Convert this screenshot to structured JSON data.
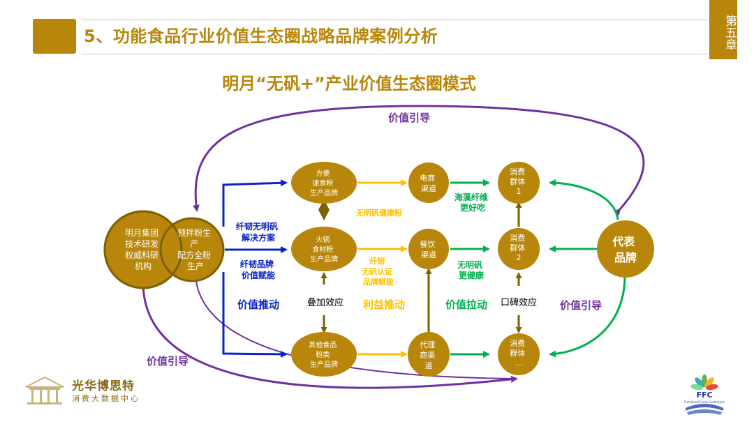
{
  "header": {
    "title": "5、功能食品行业价值生态圈战略品牌案例分析",
    "chapter_tab": "第五章"
  },
  "diagram": {
    "title": "明月“无矾+”产业价值生态圈模式",
    "colors": {
      "node_gold": "#b8860b",
      "node_border": "#8b6914",
      "purple": "#7030a0",
      "blue": "#0a22c8",
      "yellow": "#ffc000",
      "green": "#00b050",
      "olive": "#7f6000"
    },
    "nodes": {
      "research": "明月集团技术研发权威科研机构",
      "premix": "预拌粉生产配方全粉生产",
      "instant_brand": "方便速食粉生产品牌",
      "hotpot_brand": "火锅食材粉生产品牌",
      "other_brand": "其他食品粉类生产品牌",
      "ecommerce": "电商渠道",
      "catering": "餐饮渠道",
      "agent": "代理商渠道",
      "consumer1": "消费群体1",
      "consumer2": "消费群体2",
      "consumer_n": "消费群体…",
      "rep_brand": "代表品牌"
    },
    "labels": {
      "guide_top": "价值引导",
      "guide_right": "价值引导",
      "guide_bottom": "价值引导",
      "solution": "纤韧无明矾解决方案",
      "brand_empower": "纤韧品牌价值赋能",
      "value_push": "价值推动",
      "stack_effect": "叠加效应",
      "healthy_powder": "无明矾健康粉",
      "cert_empower": "纤韧无矾认证品牌赋能",
      "profit_push": "利益推动",
      "seaweed": "海藻纤维更好吃",
      "healthier": "无明矾更健康",
      "value_pull": "价值拉动",
      "wom_effect": "口碑效应"
    }
  },
  "logos": {
    "left_brand": "光华博思特",
    "left_sub": "消费大数据中心",
    "right_mark": "FFC",
    "right_caption": "Functional Foods Conference"
  }
}
